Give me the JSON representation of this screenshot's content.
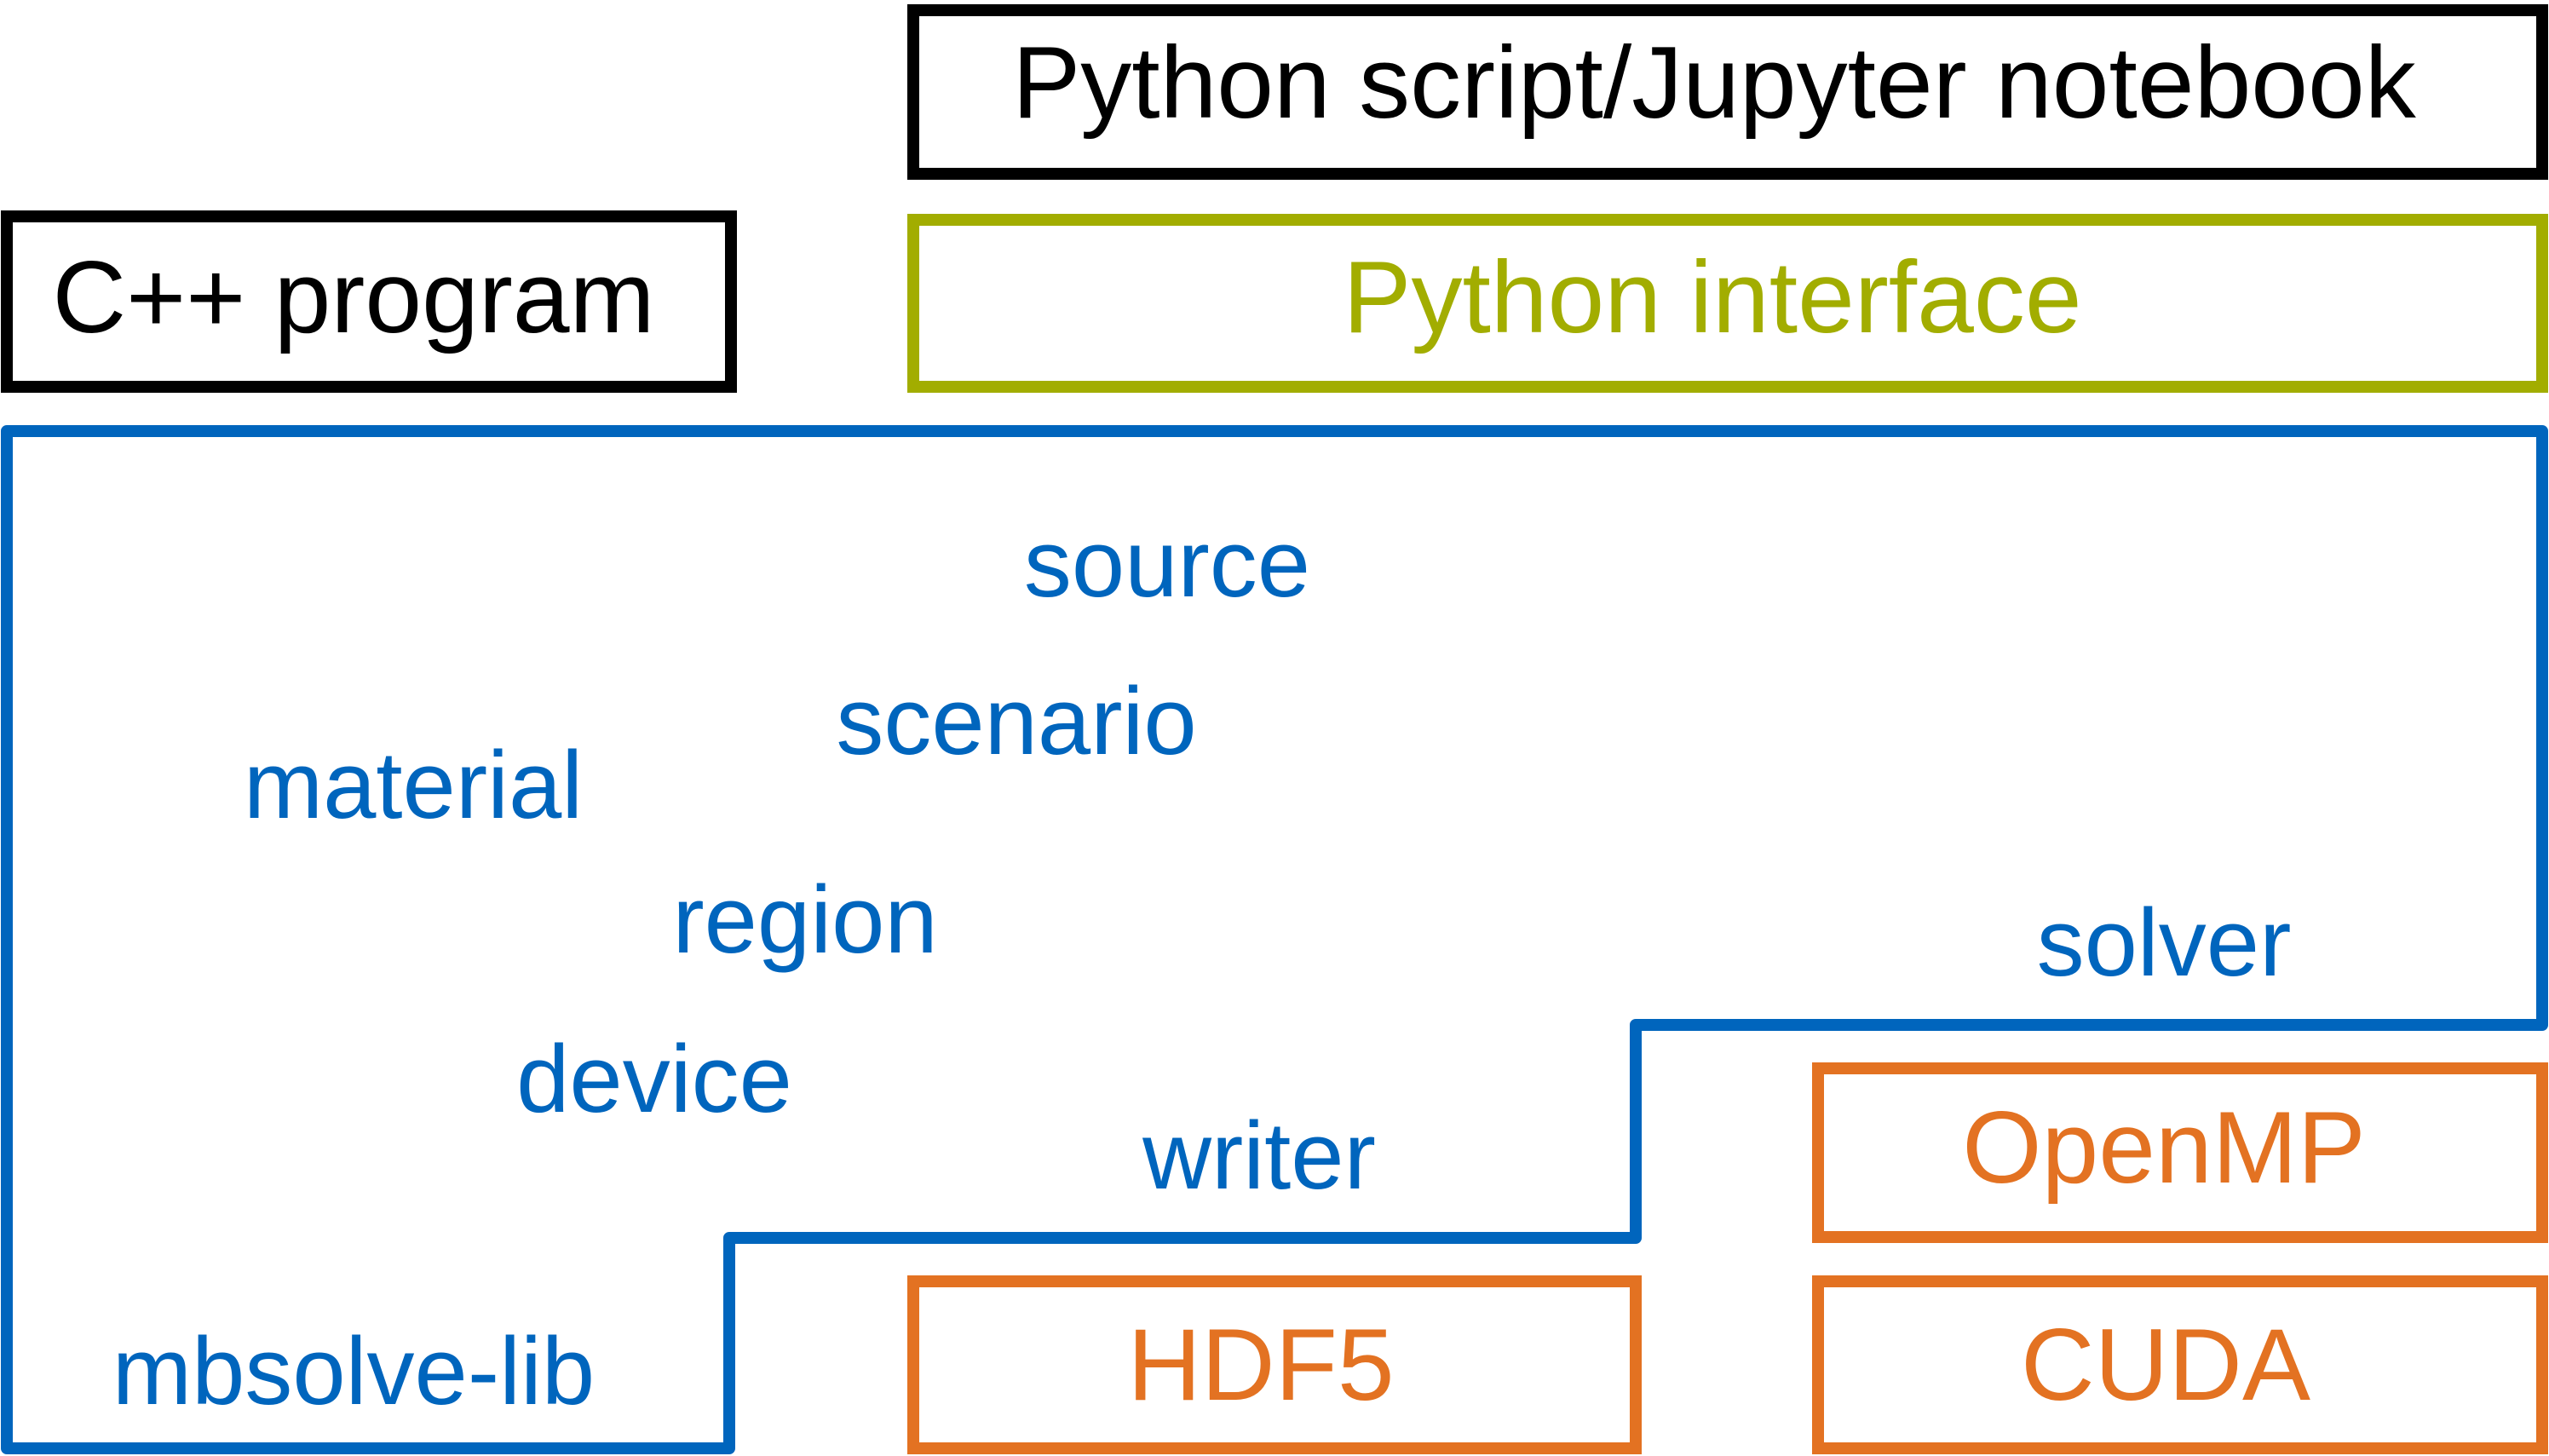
{
  "colors": {
    "black": "#000000",
    "olive": "#a2ad00",
    "blue": "#0065bd",
    "orange": "#e37222"
  },
  "boxes": {
    "python_script": "Python script/Jupyter notebook",
    "cpp_program": "C++ program",
    "python_interface": "Python interface",
    "hdf5": "HDF5",
    "openmp": "OpenMP",
    "cuda": "CUDA"
  },
  "library": {
    "name": "mbsolve-lib",
    "modules": {
      "source": "source",
      "scenario": "scenario",
      "material": "material",
      "region": "region",
      "device": "device",
      "writer": "writer",
      "solver": "solver"
    }
  }
}
